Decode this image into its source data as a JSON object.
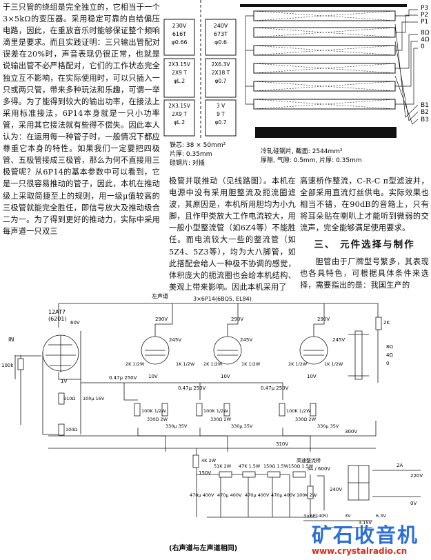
{
  "article": {
    "left_paragraphs": [
      "于三只管的绕组是完全独立的，它相当于一个3×5kΩ的变压器。采用稳定可靠的自给偏压电路，因此，在重放音乐时能够保证整个频响滴里是要求。而且实践证明：三只输出管配对误差在20%时，声音表现仍很正常，也就是说输出管不必严格配对，它们的工作状态完全独立互不影响，在实际使用时，可以只插入一只或两只管，带来多种玩法和乐趣，可谓一举多得。为了能得到较大的输出功率，在接法上采用标准接法，6P14本身就是一只小功率管，采用其它接法就有些得不偿失。因此本人认为：在运用每一种管子时，一般情况下都应尊重它本身的特性。如果我们一定要把四极管、五极管接成三极管，那么为何不直接用三极管呢？从6P14的基本参数中可以看到，它是一只很容易推动的管子，因此，本机在推动级上采取简捷至上的规则，用一级μ值较高的三极管就能完全胜任，即信号放大及推动级合二为一。为了得到更好的推动力，实际中采用每声道一只双三"
    ],
    "mid_paragraphs": [
      "极管并联推动（见线路图）。本机在电源中没有采用胆整流及扼流圈滤波，其原因是，本机所用胆均为小九脚，且作甲类放大工作电流较大，用一般小型整流管（如6Z4等）不能胜任。而电流较大一些的整流管（如5Z4、5Z3等），均为大八脚管，如此搭配会给人一种极不协调的感觉，体积庞大的扼流圈也会给本机结构、美观上带来影响。因此本机采用了"
    ],
    "right_paragraphs": [
      "高速桥作整流，C-R-C π型滤波并，全部采用直流灯丝供电。实际效果也相当不错，在90dB的音箱上，只有将耳朵贴在喇叭上才能听到微弱的交流声，完全能够满足使用要求。"
    ],
    "section_heading": "三、 元件选择与制作",
    "right_paragraphs_2": [
      "胆管由于厂牌型号繁多，其表现也各具特色，可根据具体条件来选择，需要指出的是：我国生产的"
    ]
  },
  "transformer_figure": {
    "primary_boxes": [
      {
        "lines": [
          "230V",
          "616T",
          "φ0.66"
        ]
      },
      {
        "lines": [
          "2X3.15V",
          "2X9 T",
          "φL.2"
        ]
      },
      {
        "lines": [
          "2X3.15V",
          "2X9 T",
          "φL.2"
        ]
      }
    ],
    "secondary_boxes": [
      {
        "lines": [
          "240V",
          "673T",
          "φ0.6"
        ]
      },
      {
        "lines": [
          "2X6.3V",
          "2X18 T",
          "φ0.7"
        ]
      },
      {
        "lines": [
          "3 V",
          "9 T",
          "φ0.7"
        ]
      }
    ],
    "core_caption": [
      "铁芯: 38 × 50mm²",
      "片厚: 0.35mm",
      "硅钢片: 对插"
    ],
    "output_terminals_top": [
      "P3",
      "P2",
      "P1",
      "8Ω",
      "4Ω",
      "0"
    ],
    "output_terminals_bottom": [
      "B1",
      "B2",
      "B3"
    ],
    "output_caption": [
      "冷轧硅钢片, 截面: 2544mm²",
      "厚隙, 气隙: 0.5mm, 片厚: 0.35mm"
    ]
  },
  "schematic": {
    "channel_label": "左声道",
    "output_tubes_label": "3×6P14(6BQ5, EL84)",
    "input_tube_label": [
      "12AT7",
      "(6201)"
    ],
    "input_label": "IN",
    "volume_pot": "100k",
    "voltages": [
      "60V",
      "290V",
      "290V",
      "290V",
      "245V",
      "245V",
      "245V",
      "10V",
      "10V",
      "10V",
      "1V",
      "300V",
      "310V",
      "150V"
    ],
    "coupling_caps": [
      "0.47μ 250V",
      "0.47μ 250V",
      "0.47μ 250V"
    ],
    "grid_resistors": [
      "100K 1/2W",
      "100K 1/2W",
      "100K 1/2W"
    ],
    "screen_resistors": [
      "1K 1/2W",
      "1K 1/2W",
      "1K 1/2W"
    ],
    "plate_resistors": [
      "2K 1/2W",
      "2K 1/2W",
      "2K 1/2W"
    ],
    "cathode_resistors": [
      "330Ω 2W",
      "330Ω 2W",
      "330Ω 2W"
    ],
    "cathode_caps": [
      "330μ 35V",
      "330μ 35V",
      "330μ 35V"
    ],
    "input_cathode": [
      "910Ω",
      "100μ 16V"
    ],
    "input_grid": "100Ω",
    "output_jack": [
      "8Ω",
      "4Ω",
      "0"
    ],
    "fb_resistor": "2K",
    "supply_resistors": [
      "4K 2W",
      "51K 2W",
      "47K 1.5W",
      "150Ω 1.5W",
      "150Ω 1.5W",
      "100K 2W"
    ],
    "supply_caps": [
      "470μ 400V",
      "470μ 400V",
      "470μ 400V",
      "470μ 400V"
    ],
    "rectifier_label": "高速整流桥",
    "rectifier_rating": "3A / 600V",
    "fuse": "2A",
    "mains": [
      "220V",
      "0V"
    ],
    "secondary_voltage": "240V",
    "heater_labels": [
      "3×6P14(R)",
      "3V",
      "3.15V",
      "6.3V"
    ],
    "footnote": "(右声道与左声道相同)"
  },
  "logo": {
    "title": "矿石收音机",
    "url": "www.crystalradio.cn",
    "colors": {
      "title": "#2c6fd6",
      "url": "#e0261b"
    }
  }
}
